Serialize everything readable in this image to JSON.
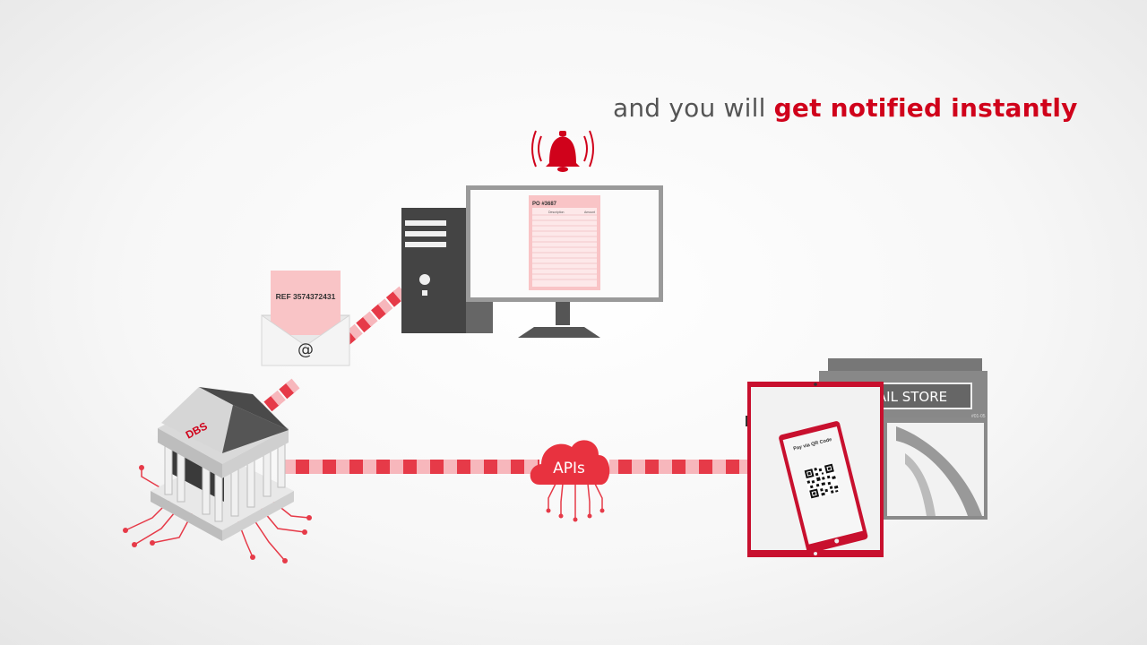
{
  "headline": {
    "prefix": "and you will ",
    "emphasis": "get notified instantly"
  },
  "bank": {
    "label": "DBS"
  },
  "email": {
    "reference": "REF 3574372431",
    "symbol": "@"
  },
  "invoice": {
    "title": "PO #3687",
    "col_description": "Description",
    "col_amount": "Amount"
  },
  "api": {
    "label": "APIs"
  },
  "store": {
    "sign": "AIL STORE",
    "code": "#01-05"
  },
  "tablet": {
    "caption": "Pay via QR Code"
  },
  "colors": {
    "brand_red": "#d0021b",
    "stripe_dark": "#e63a48",
    "stripe_light": "#f7b7bc",
    "device_gray": "#555555",
    "pink": "#f9c4c6"
  }
}
